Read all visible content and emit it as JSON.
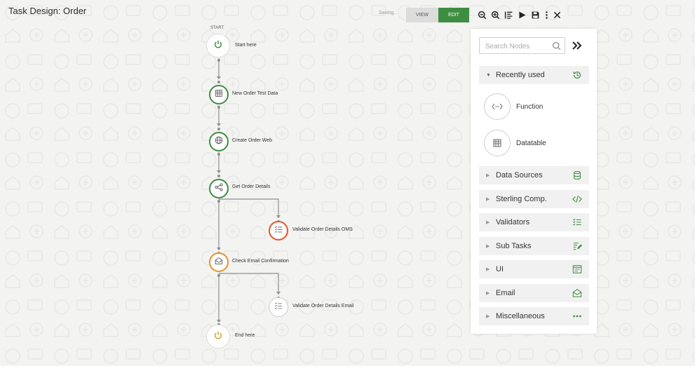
{
  "header": {
    "title": "Task Design: Order",
    "saving_text": "Saving..",
    "view_label": "VIEW",
    "edit_label": "EDIT"
  },
  "toolbar": {
    "icons": [
      "zoom-out-icon",
      "zoom-in-icon",
      "align-icon",
      "play-icon",
      "save-icon",
      "more-vertical-icon",
      "close-icon"
    ]
  },
  "flow": {
    "start_label": "START",
    "nodes": [
      {
        "id": "start",
        "label": "Start here",
        "icon": "power-icon",
        "color": "#3e8e41"
      },
      {
        "id": "new-order-test-data",
        "label": "New Order Test Data",
        "icon": "datatable-icon",
        "color": "#3e8e41"
      },
      {
        "id": "create-order-web",
        "label": "Create Order Web",
        "icon": "globe-icon",
        "color": "#3e8e41"
      },
      {
        "id": "get-order-details",
        "label": "Get Order Details",
        "icon": "share-icon",
        "color": "#3e8e41"
      },
      {
        "id": "validate-order-details-oms",
        "label": "Validate Order Details OMS",
        "icon": "checklist-icon",
        "color": "#e8542b"
      },
      {
        "id": "check-email-confirmation",
        "label": "Check Email Confirmation",
        "icon": "email-icon",
        "color": "#e8932b"
      },
      {
        "id": "validate-order-details-email",
        "label": "Validate Order Details Email",
        "icon": "checklist-icon",
        "color": "#bbbbbb"
      },
      {
        "id": "end",
        "label": "End here",
        "icon": "power-icon",
        "color": "#d4a12a"
      }
    ]
  },
  "panel": {
    "search_placeholder": "Search Nodes",
    "recently_used": {
      "label": "Recently used",
      "items": [
        {
          "label": "Function",
          "icon": "function-icon"
        },
        {
          "label": "Datatable",
          "icon": "datatable-icon"
        }
      ]
    },
    "categories": [
      {
        "label": "Data Sources",
        "icon": "database-icon"
      },
      {
        "label": "Sterling Comp.",
        "icon": "code-icon"
      },
      {
        "label": "Validators",
        "icon": "checklist-icon"
      },
      {
        "label": "Sub Tasks",
        "icon": "edit-list-icon"
      },
      {
        "label": "UI",
        "icon": "ui-window-icon"
      },
      {
        "label": "Email",
        "icon": "email-icon"
      },
      {
        "label": "Miscellaneous",
        "icon": "dots-icon"
      }
    ],
    "accent_color": "#3e8e41"
  }
}
